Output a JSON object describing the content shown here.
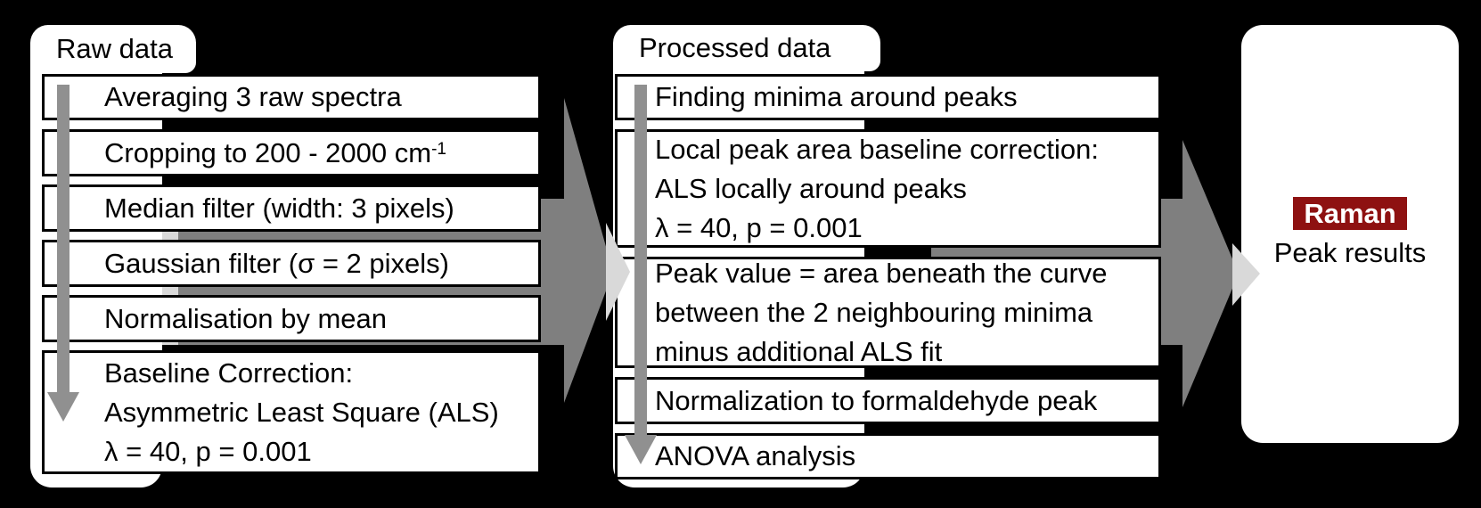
{
  "title": "Raman spectra processing pipeline",
  "left": {
    "tab": "Raw data",
    "steps": [
      {
        "lines": [
          "Averaging 3 raw spectra"
        ]
      },
      {
        "text": "Cropping to 200 - 2000 cm",
        "sup": "-1"
      },
      {
        "lines": [
          "Median filter (width: 3 pixels)"
        ]
      },
      {
        "lines": [
          "Gaussian filter (σ = 2 pixels)"
        ]
      },
      {
        "lines": [
          "Normalisation by mean"
        ]
      },
      {
        "lines": [
          "Baseline Correction:",
          "Asymmetric Least Square (ALS)",
          "λ = 40, p = 0.001"
        ]
      }
    ]
  },
  "middle": {
    "tab": "Processed data",
    "steps": [
      {
        "lines": [
          "Finding minima around peaks"
        ]
      },
      {
        "lines": [
          "Local peak area baseline correction:",
          "ALS locally around peaks",
          "λ = 40, p = 0.001"
        ]
      },
      {
        "lines": [
          "Peak value = area beneath the curve",
          "between the 2 neighbouring minima",
          "minus additional ALS fit"
        ]
      },
      {
        "lines": [
          "Normalization to formaldehyde peak"
        ]
      },
      {
        "lines": [
          "ANOVA analysis"
        ]
      }
    ]
  },
  "result": {
    "badge": "Raman",
    "label": "Peak results"
  },
  "colors": {
    "background": "#000000",
    "panel": "#ffffff",
    "border": "#000000",
    "text": "#000000",
    "arrow_dark": "#7f7f7f",
    "arrow_light": "#d9d9d9",
    "arrow_vertical": "#909090",
    "raman_bg": "#8e1111",
    "raman_fg": "#ffffff"
  }
}
